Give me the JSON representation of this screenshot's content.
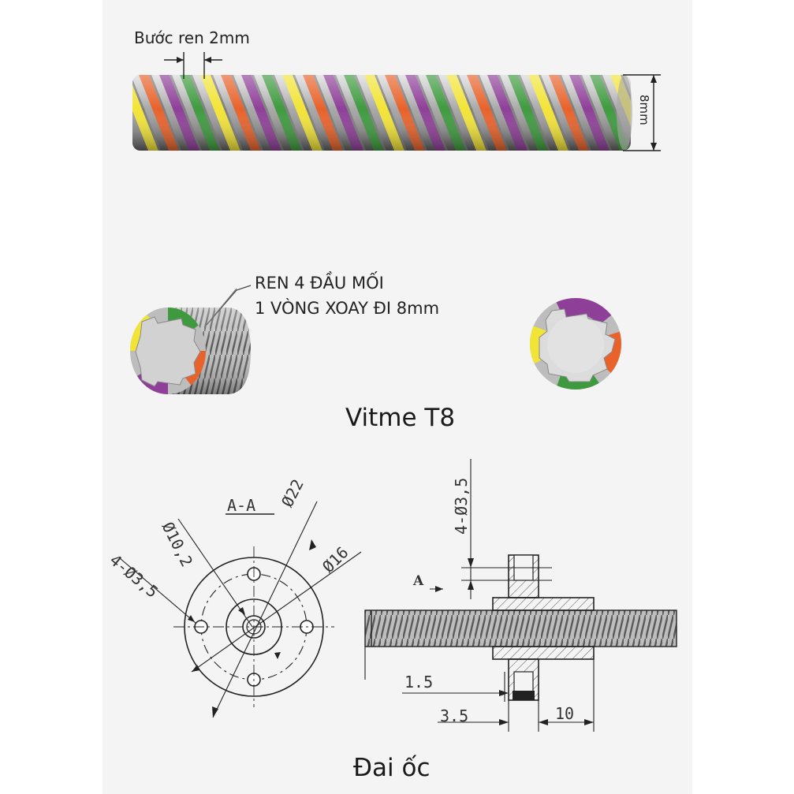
{
  "screw": {
    "pitch_label": "Bước ren 2mm",
    "diameter_label": "8mm",
    "thread_colors": [
      "#f2e437",
      "#e8622a",
      "#8e3f98",
      "#3f9a3f"
    ],
    "callout_line1": "REN 4 ĐẦU MỐI",
    "callout_line2": "1 VÒNG XOAY ĐI 8mm",
    "title": "Vitme T8"
  },
  "nut": {
    "section_label": "A-A",
    "dia_outer": "Ø22",
    "dia_bore": "Ø10,2",
    "dia_pcd": "Ø16",
    "holes_left": "4-Ø3,5",
    "holes_top": "4-Ø3,5",
    "arrow_label": "A",
    "dim_15": "1.5",
    "dim_35": "3.5",
    "dim_10": "10",
    "title": "Đai ốc"
  }
}
